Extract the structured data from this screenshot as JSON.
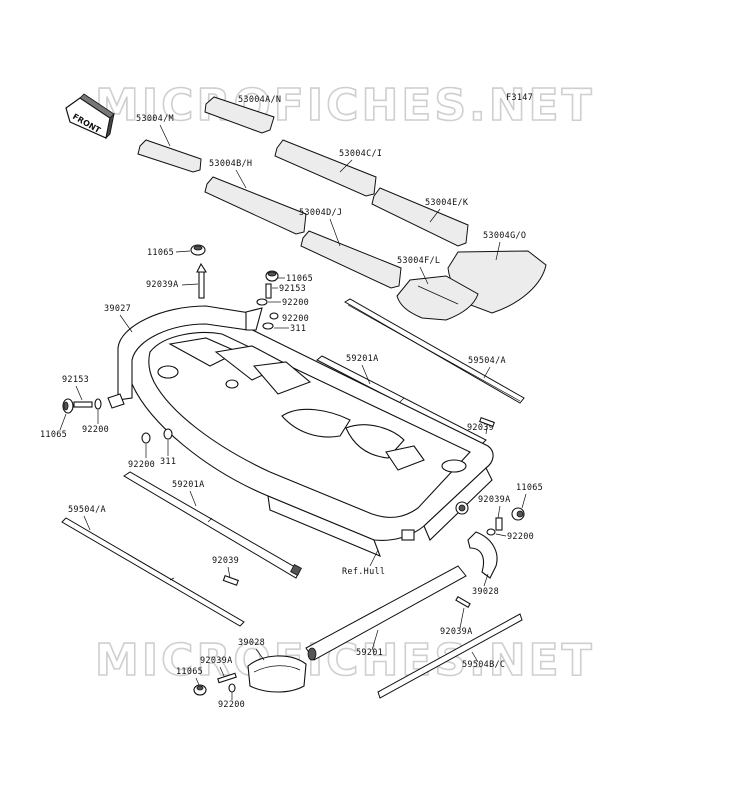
{
  "watermark": "MICROFICHES.NET",
  "figure_code": "F3147",
  "front_label": "FRONT",
  "ref_label": "Ref.Hull",
  "parts": {
    "p53004_AN": "53004A/N",
    "p53004_M": "53004/M",
    "p53004_BH": "53004B/H",
    "p53004_CI": "53004C/I",
    "p53004_DJ": "53004D/J",
    "p53004_EK": "53004E/K",
    "p53004_GO": "53004G/O",
    "p53004_FL": "53004F/L",
    "p11065": "11065",
    "p92039A": "92039A",
    "p92153": "92153",
    "p92200": "92200",
    "p311": "311",
    "p39027": "39027",
    "p59201A": "59201A",
    "p59504A": "59504/A",
    "p92039": "92039",
    "p39028": "39028",
    "p59201": "59201",
    "p59504BC": "59504B/C"
  }
}
